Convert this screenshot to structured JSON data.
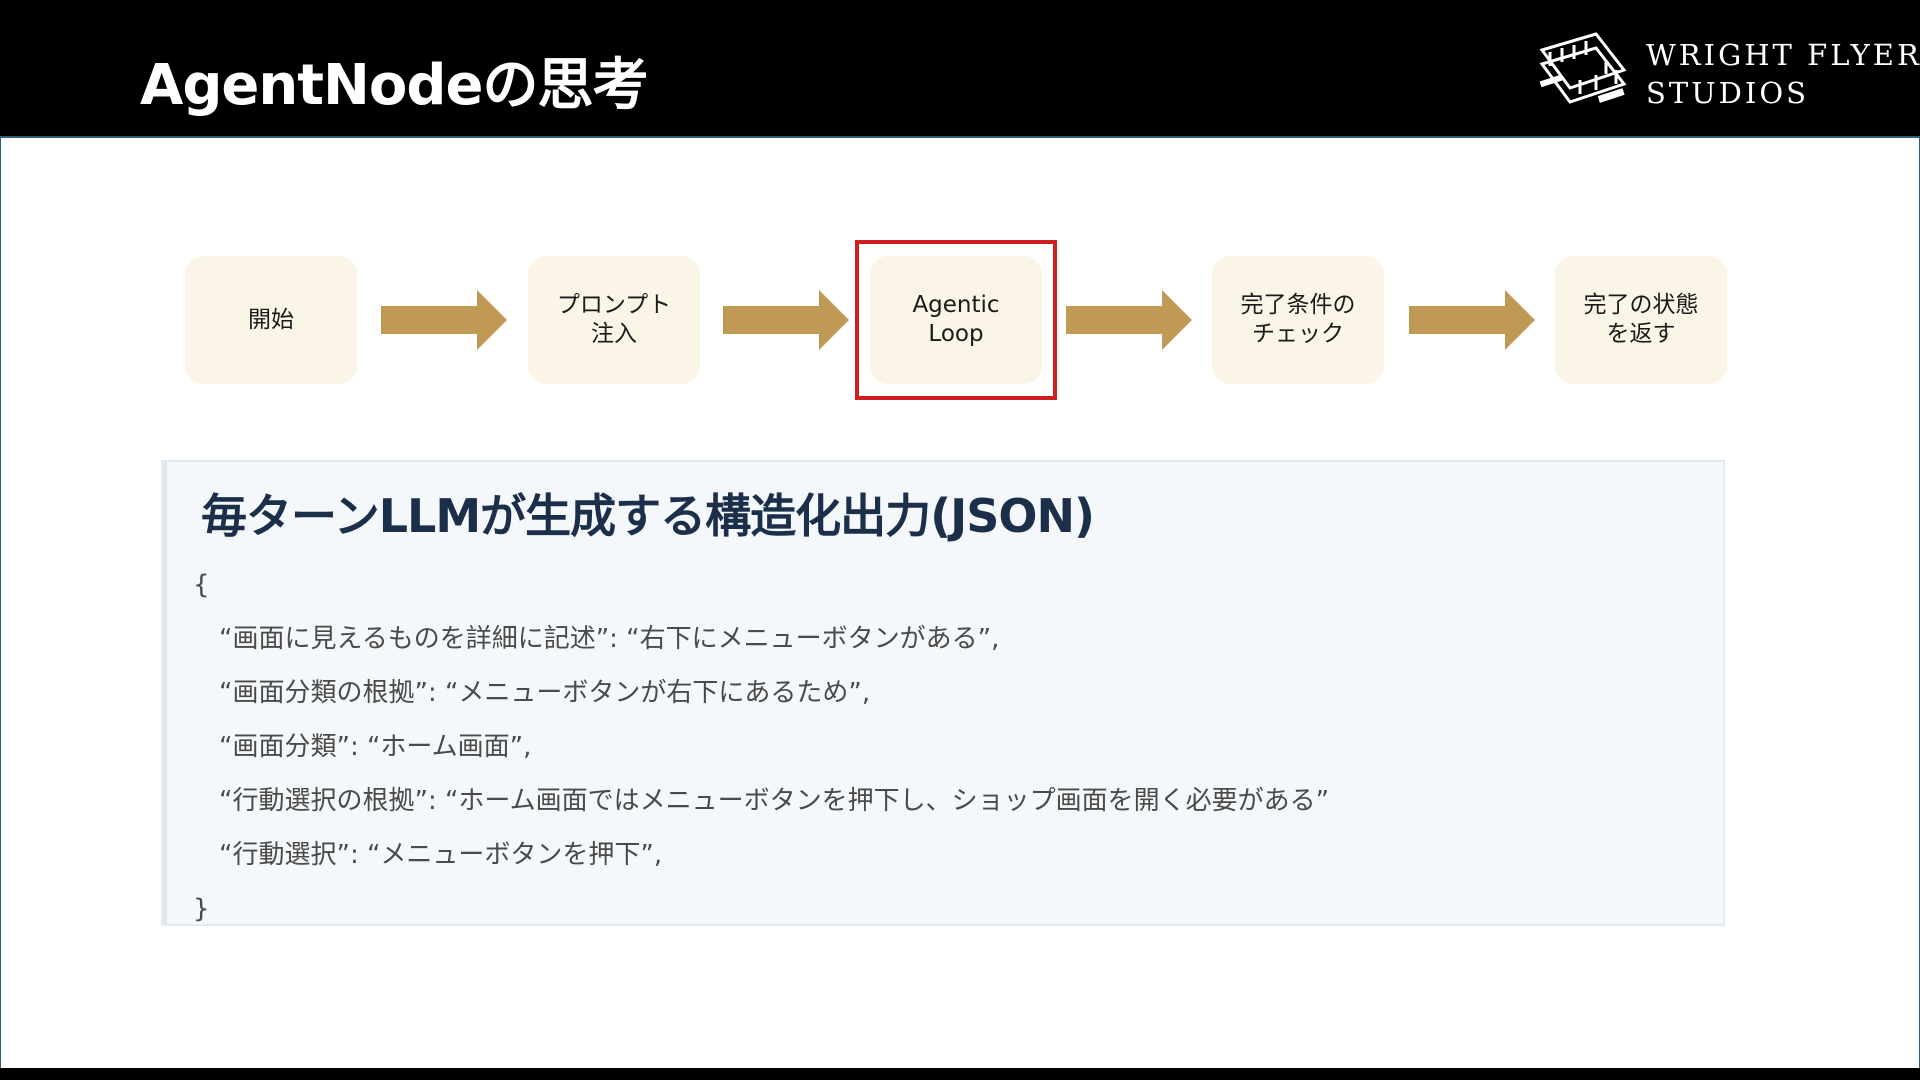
{
  "header": {
    "title": "AgentNodeの思考",
    "logo": {
      "line1": "WRIGHT FLYER",
      "line2": "STUDIOS",
      "icon": "biplane-icon"
    }
  },
  "flow": {
    "steps": [
      {
        "label": "開始"
      },
      {
        "label": "プロンプト\n注入"
      },
      {
        "label": "Agentic\nLoop"
      },
      {
        "label": "完了条件の\nチェック"
      },
      {
        "label": "完了の状態\nを返す"
      }
    ],
    "highlighted_step": 2,
    "colors": {
      "step_bg": "#faf5e6",
      "arrow": "#c09a55",
      "highlight": "#cc1f1f"
    }
  },
  "panel": {
    "title": "毎ターンLLMが生成する構造化出力(JSON)",
    "open_brace": "{",
    "lines": [
      "“画面に見えるものを詳細に記述”: “右下にメニューボタンがある”,",
      "“画面分類の根拠”:  “メニューボタンが右下にあるため”,",
      "“画面分類”: “ホーム画面”,",
      "“行動選択の根拠”: “ホーム画面ではメニューボタンを押下し、ショップ画面を開く必要がある”",
      "“行動選択”: “メニューボタンを押下”,"
    ],
    "close_brace": "}"
  }
}
